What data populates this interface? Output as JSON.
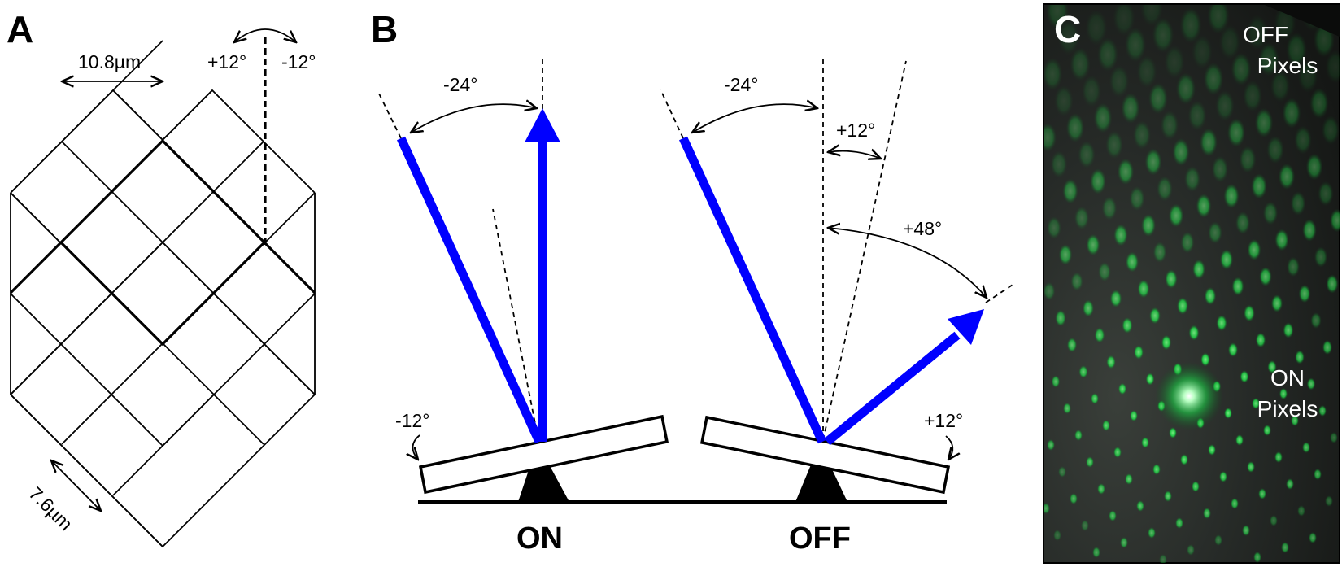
{
  "panel_a": {
    "letter": "A",
    "pitch_label": "10.8µm",
    "pixel_label": "7.6µm",
    "tilt_plus": "+12°",
    "tilt_minus": "-12°"
  },
  "panel_b": {
    "letter": "B",
    "on": {
      "incidence": "-24°",
      "tilt": "-12°",
      "state": "ON"
    },
    "off": {
      "incidence": "-24°",
      "tilt_normal": "+12°",
      "reflection": "+48°",
      "tilt": "+12°",
      "state": "OFF"
    },
    "colors": {
      "beam": "#0000ff",
      "line": "#000000"
    }
  },
  "panel_c": {
    "letter": "C",
    "off_label_line1": "OFF",
    "off_label_line2": "Pixels",
    "on_label_line1": "ON",
    "on_label_line2": "Pixels",
    "colors": {
      "spot": "#2dff55",
      "background": "#1a1d1a"
    }
  }
}
